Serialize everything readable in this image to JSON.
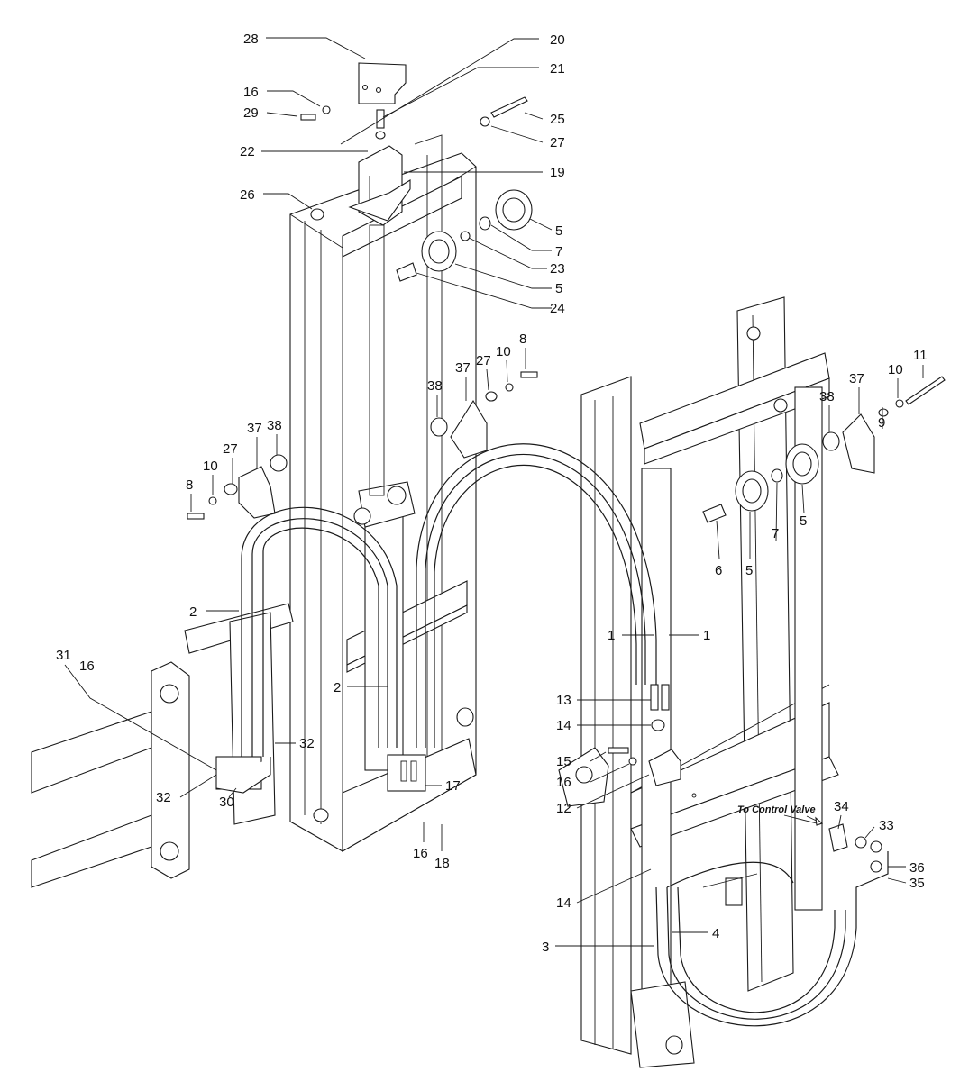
{
  "callouts": [
    {
      "id": "c28a",
      "label": "28"
    },
    {
      "id": "c20a",
      "label": "20"
    },
    {
      "id": "c21a",
      "label": "21"
    },
    {
      "id": "c16a",
      "label": "16"
    },
    {
      "id": "c29a",
      "label": "29"
    },
    {
      "id": "c25a",
      "label": "25"
    },
    {
      "id": "c27a",
      "label": "27"
    },
    {
      "id": "c22a",
      "label": "22"
    },
    {
      "id": "c19a",
      "label": "19"
    },
    {
      "id": "c26a",
      "label": "26"
    },
    {
      "id": "c5a",
      "label": "5"
    },
    {
      "id": "c7a",
      "label": "7"
    },
    {
      "id": "c23a",
      "label": "23"
    },
    {
      "id": "c5b",
      "label": "5"
    },
    {
      "id": "c24a",
      "label": "24"
    },
    {
      "id": "c8a",
      "label": "8"
    },
    {
      "id": "c10a",
      "label": "10"
    },
    {
      "id": "c27b",
      "label": "27"
    },
    {
      "id": "c37a",
      "label": "37"
    },
    {
      "id": "c38a",
      "label": "38"
    },
    {
      "id": "c11a",
      "label": "11"
    },
    {
      "id": "c10b",
      "label": "10"
    },
    {
      "id": "c9a",
      "label": "9"
    },
    {
      "id": "c37b",
      "label": "37"
    },
    {
      "id": "c38b",
      "label": "38"
    },
    {
      "id": "c38c",
      "label": "38"
    },
    {
      "id": "c37c",
      "label": "37"
    },
    {
      "id": "c27c",
      "label": "27"
    },
    {
      "id": "c10c",
      "label": "10"
    },
    {
      "id": "c8b",
      "label": "8"
    },
    {
      "id": "c6a",
      "label": "6"
    },
    {
      "id": "c5c",
      "label": "5"
    },
    {
      "id": "c7b",
      "label": "7"
    },
    {
      "id": "c5d",
      "label": "5"
    },
    {
      "id": "c2a",
      "label": "2"
    },
    {
      "id": "c1a",
      "label": "1"
    },
    {
      "id": "c1b",
      "label": "1"
    },
    {
      "id": "c31a",
      "label": "31"
    },
    {
      "id": "c16b",
      "label": "16"
    },
    {
      "id": "c2b",
      "label": "2"
    },
    {
      "id": "c13a",
      "label": "13"
    },
    {
      "id": "c14a",
      "label": "14"
    },
    {
      "id": "c32a",
      "label": "32"
    },
    {
      "id": "c15a",
      "label": "15"
    },
    {
      "id": "c16c",
      "label": "16"
    },
    {
      "id": "c17a",
      "label": "17"
    },
    {
      "id": "c12a",
      "label": "12"
    },
    {
      "id": "c32b",
      "label": "32"
    },
    {
      "id": "c30a",
      "label": "30"
    },
    {
      "id": "c16d",
      "label": "16"
    },
    {
      "id": "c18a",
      "label": "18"
    },
    {
      "id": "c34a",
      "label": "34"
    },
    {
      "id": "c33a",
      "label": "33"
    },
    {
      "id": "c36a",
      "label": "36"
    },
    {
      "id": "c35a",
      "label": "35"
    },
    {
      "id": "c14b",
      "label": "14"
    },
    {
      "id": "c4a",
      "label": "4"
    },
    {
      "id": "c3a",
      "label": "3"
    }
  ],
  "annotations": {
    "to_control_valve": "To Control Valve"
  },
  "colors": {
    "ink": "#1a1a1a",
    "paper": "#ffffff"
  }
}
